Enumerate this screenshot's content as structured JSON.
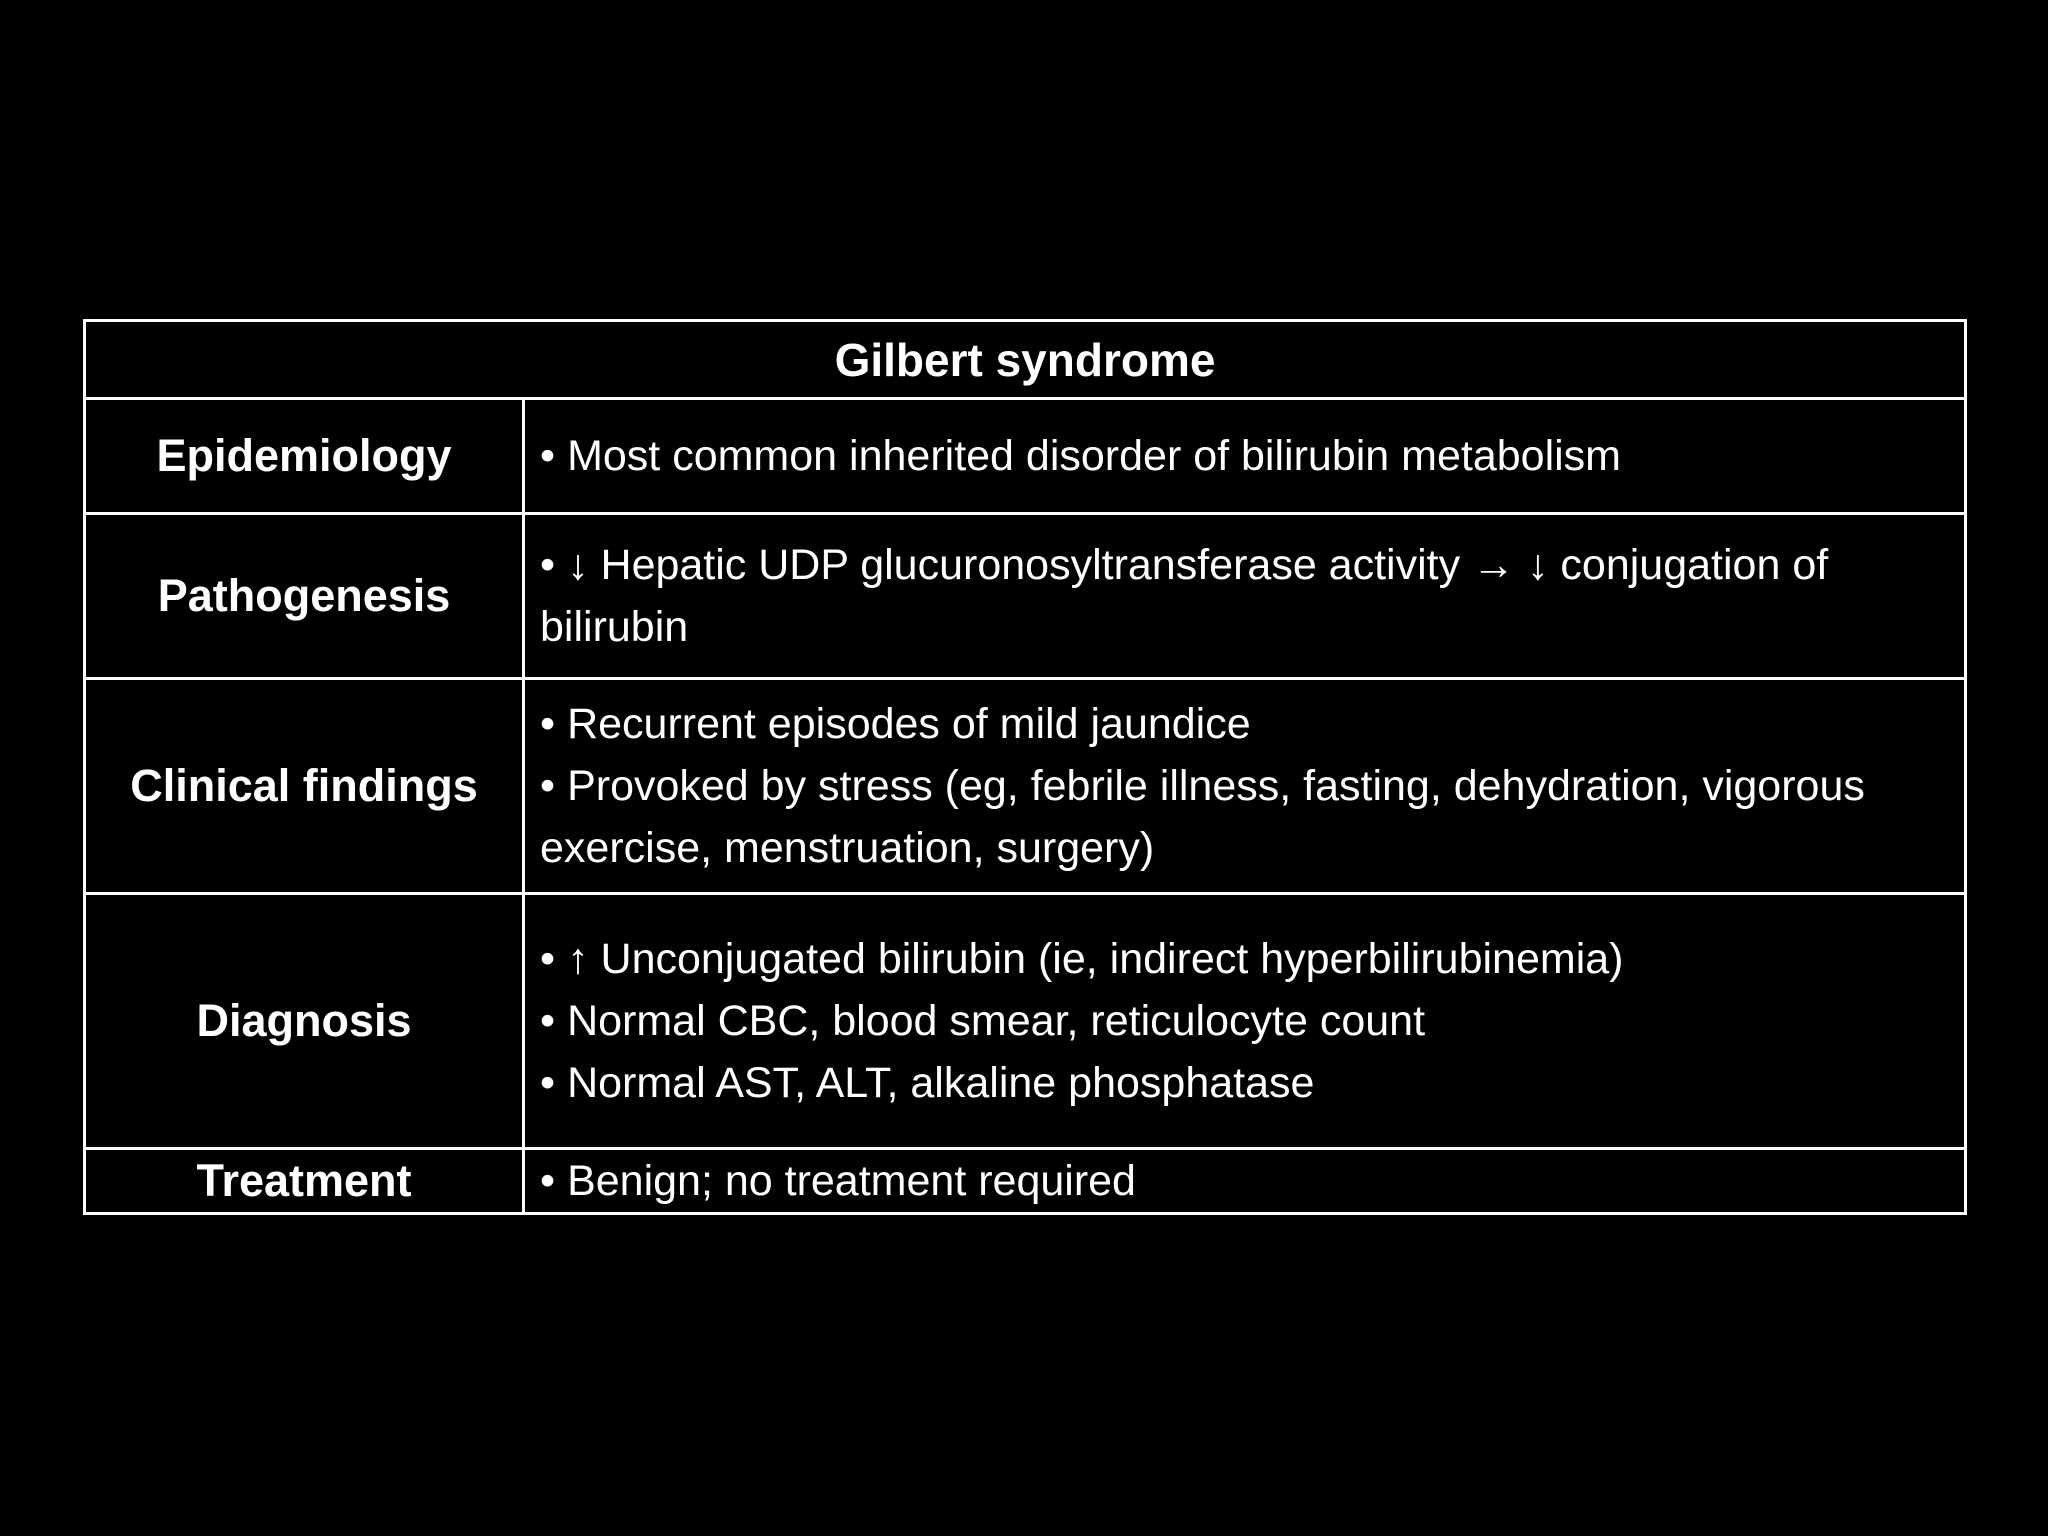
{
  "slide": {
    "background_color": "#000000"
  },
  "table": {
    "title": "Gilbert syndrome",
    "bullet_char": "•",
    "colors": {
      "background": "#000000",
      "text": "#ffffff",
      "border": "#ffffff"
    },
    "rows": [
      {
        "label": "Epidemiology",
        "bullets": [
          "Most common inherited disorder of bilirubin metabolism"
        ]
      },
      {
        "label": "Pathogenesis",
        "bullets": [
          "↓ Hepatic UDP glucuronosyltransferase activity → ↓ conjugation of bilirubin"
        ]
      },
      {
        "label": "Clinical findings",
        "bullets": [
          "Recurrent episodes of mild jaundice",
          "Provoked by stress (eg, febrile illness, fasting, dehydration, vigorous exercise, menstruation, surgery)"
        ]
      },
      {
        "label": "Diagnosis",
        "bullets": [
          "↑ Unconjugated bilirubin (ie, indirect hyperbilirubinemia)",
          "Normal CBC, blood smear, reticulocyte count",
          "Normal AST, ALT, alkaline phosphatase"
        ]
      },
      {
        "label": "Treatment",
        "bullets": [
          "Benign; no treatment required"
        ]
      }
    ]
  }
}
